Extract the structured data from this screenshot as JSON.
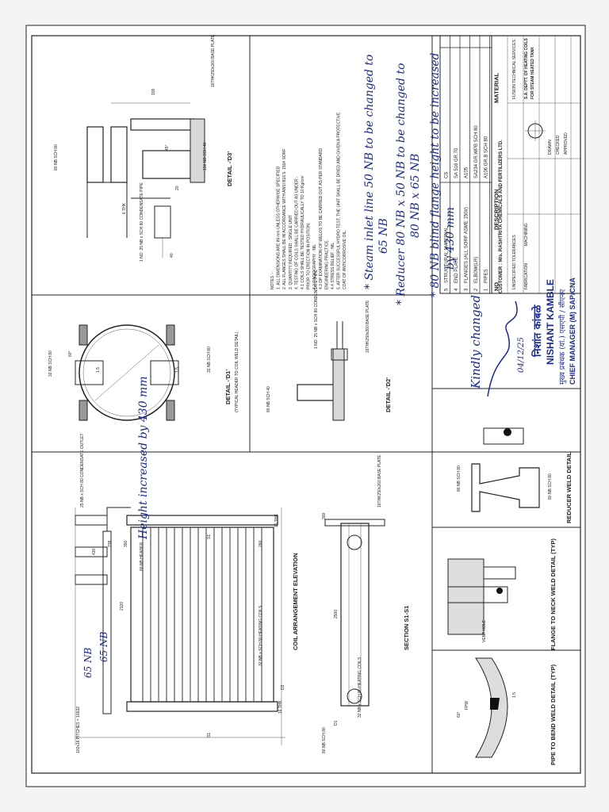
{
  "drawing": {
    "details": {
      "d3_title": "DETAIL -'D3'",
      "d1_title": "DETAIL -'D1'",
      "d1_sub": "(TYPICAL HEADER TO COIL WELD DETAIL)",
      "d2_title": "DETAIL -'D2'",
      "elevation_title": "COIL ARRANGEMENT ELEVATION",
      "section_title": "SECTION S1-S1",
      "reducer_title": "REDUCER WELD DETAIL",
      "flange_neck_title": "FLANGE TO NECK WELD DETAIL (TYP)",
      "pipe_bend_title": "PIPE TO BEND WELD DETAIL (TYP)"
    },
    "labels": {
      "nb80_sch80": "80 NB SCH 80",
      "nb150_sch40": "150 NB SCH 40",
      "nb32_sch80": "32 NB SCH 80",
      "nb80_sch40": "80 NB SCH 40",
      "base_plate": "16THK250x260 BASE PLATE",
      "condensate_outlet": "25 NB x SCH 80 CONDENSATE OUTLET",
      "condensate_pipe": "1 NO. 25 NB x SCH 80 CONDENSATE PIPE",
      "heating_coils": "32 NB x SCH 80 HEATING COILS",
      "header": "80 NB HEADER",
      "dim_2120": "2120",
      "dim_2500": "2500",
      "dim_16852": "102x16 PITCHES = 16632",
      "dim_300": "300",
      "dim_430": "430",
      "dim_238": "238",
      "dim_350": "350",
      "dim_260": "260",
      "dim_16thk": "16 THK",
      "dim_1_5": "1.5",
      "dim_60": "60°",
      "dim_100": "100",
      "dim_45": "45°",
      "dim_20": "20",
      "dim_40": "40",
      "dim_6thk": "6 THK",
      "weld_mark": "FPW",
      "vent_hole": "VENT HOLE",
      "s1": "S1",
      "d2_mark": "D2",
      "d1_mark": "D1"
    },
    "notes": [
      "NOTES :-",
      "1. ALL DIMENSIONS ARE IN mm UNLESS OTHERWISE SPECIFIED",
      "2. ALL FLANGES SHALL BE IN ACCORDANCE WITH ANSI B16.5, 150# SORF",
      "3. QUANTITY REQUIRED : SINGLE UNIT",
      "4. TESTING OF COILS SHALL BE CARRIED OUT AS UNDER:-",
      "4.1 COILS SHALL BE TESTED HYDRAULICALLY TO 10 Kg/cm²",
      "PRIOR TO ERECTION IN POSITION.",
      "4.2 RADIOGRAPHY : NIL",
      "4.3 DP EXAMINATION OF WELDS TO BE CARRIED OUT AS PER STANDARD",
      "ENGINEERING PRACTICE.",
      "4.4 STRESS RELIEF : NIL",
      "5. AFTER SUCCESSFUL HYDRO TEST, THE UNIT SHALL BE DRIED AND GIVEN A PROTECTIVE",
      "COAT OF ANTICORROSIVE OIL."
    ],
    "handwriting": {
      "h1": "* Steam inlet line 50 NB to be changed to",
      "h1b": "65 NB",
      "h2": "* Reducer 80 NB x 50 NB to be changed to",
      "h2b": "80 NB x 65 NB",
      "h3": "* 80 NB blind flange height to be increased",
      "h3b": "by 430 mm",
      "kindly": "Kindly changed",
      "date": "04/12/25",
      "elev_note": "Height increased by 430 mm",
      "nb65_a": "65 NB",
      "nb65_b": "65 NB"
    },
    "stamp": {
      "name_hi": "निशांत कांबळे",
      "name_en": "NISHANT KAMBLE",
      "title_hi": "मुख्य प्रबंधक (यां.) एसएपी / सीएनए",
      "title_en": "CHIEF MANAGER (M) SAP/CNA"
    },
    "materials": {
      "header_no": "NO",
      "header_desc": "DESCRIPTION",
      "header_mat": "MATERIAL",
      "rows": [
        {
          "no": "5",
          "desc": "STRUCTURAL MATERIAL",
          "mat": "CS"
        },
        {
          "no": "4",
          "desc": "END PLATE",
          "mat": "SA 516 GR.70"
        },
        {
          "no": "3",
          "desc": "FLANGES (ALL SORF ASME 150#)",
          "mat": "A105"
        },
        {
          "no": "2",
          "desc": "ELBOW(LR)",
          "mat": "SA234 GR.WPB SCH 80"
        },
        {
          "no": "1",
          "desc": "PIPES",
          "mat": "A106 GR.B SCH 80"
        }
      ]
    },
    "title_block": {
      "customer": "CUSTOMER : M/s. RASHTRIYA CHEMICALS AND FERTILIZERS LTD.",
      "company": "FUSION TECHNICAL SERVICES",
      "unspecified": "UNSPECIFIED TOLERANCES",
      "fabrication": "FABRICATION",
      "machining": "MACHINING",
      "drawn": "DRAWN",
      "checked": "CHECKED",
      "approved": "APPROVED",
      "client_line1": "S.A. DEPTT. OF HEATING COILS",
      "client_line2": "FOR STEAM HEATED TANK"
    }
  }
}
